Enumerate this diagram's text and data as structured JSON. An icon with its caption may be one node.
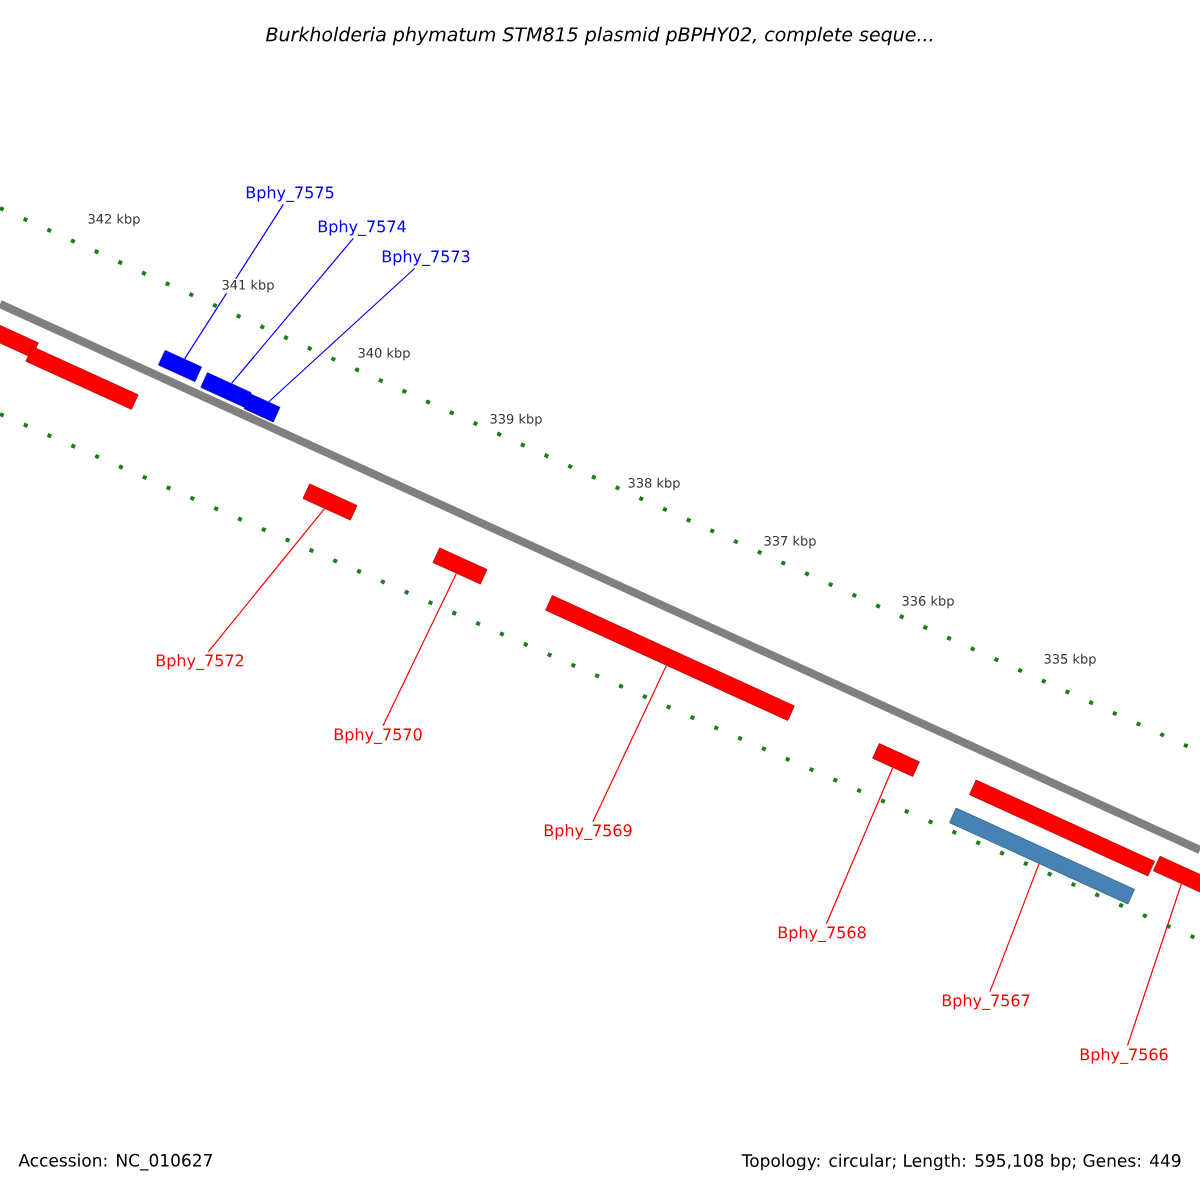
{
  "diagram": {
    "title": "Burkholderia phymatum STM815 plasmid pBPHY02, complete seque...",
    "nodes": [
      {
        "text": [],
        "shape": "bar"
      },
      {
        "text": [],
        "shape": "bar"
      },
      {
        "text": [],
        "shape": "bar"
      },
      {
        "text": [],
        "shape": "bar"
      },
      {
        "text": [],
        "shape": "bar"
      },
      {
        "text": [],
        "shape": "bar"
      },
      {
        "text": [],
        "shape": "bar"
      },
      {
        "text": [],
        "shape": "bar"
      },
      {
        "text": [],
        "shape": "bar"
      },
      {
        "text": [],
        "shape": "bar"
      },
      {
        "text": [],
        "shape": "bar"
      },
      {
        "text": [],
        "shape": "bar"
      },
      {
        "text": [
          "Bphy_7575"
        ]
      },
      {
        "text": [
          "Bphy_7574"
        ]
      },
      {
        "text": [
          "Bphy_7573"
        ]
      },
      {
        "text": [
          "Bphy_7572"
        ]
      },
      {
        "text": [
          "Bphy_7570"
        ]
      },
      {
        "text": [
          "Bphy_7569"
        ]
      },
      {
        "text": [
          "Bphy_7568"
        ]
      },
      {
        "text": [
          "Bphy_7567"
        ]
      },
      {
        "text": [
          "Bphy_7566"
        ]
      }
    ],
    "edges": [
      {
        "from": 12,
        "to": 2,
        "arrow": "none",
        "color": "#0000ff"
      },
      {
        "from": 13,
        "to": 3,
        "arrow": "none",
        "color": "#0000ff"
      },
      {
        "from": 14,
        "to": 4,
        "arrow": "none",
        "color": "#0000ff"
      },
      {
        "from": 15,
        "to": 5,
        "arrow": "none"
      },
      {
        "from": 16,
        "to": 6,
        "arrow": "none"
      },
      {
        "from": 17,
        "to": 7,
        "arrow": "none"
      },
      {
        "from": 18,
        "to": 8,
        "arrow": "none"
      },
      {
        "from": 19,
        "to": 10,
        "arrow": "none"
      },
      {
        "from": 20,
        "to": 11,
        "arrow": "none"
      }
    ],
    "labels": [
      "342 kbp",
      "341 kbp",
      "340 kbp",
      "339 kbp",
      "338 kbp",
      "337 kbp",
      "336 kbp",
      "335 kbp",
      "Accession: NC_010627",
      "Topology: circular; Length: 595,108 bp; Genes: 449"
    ]
  }
}
